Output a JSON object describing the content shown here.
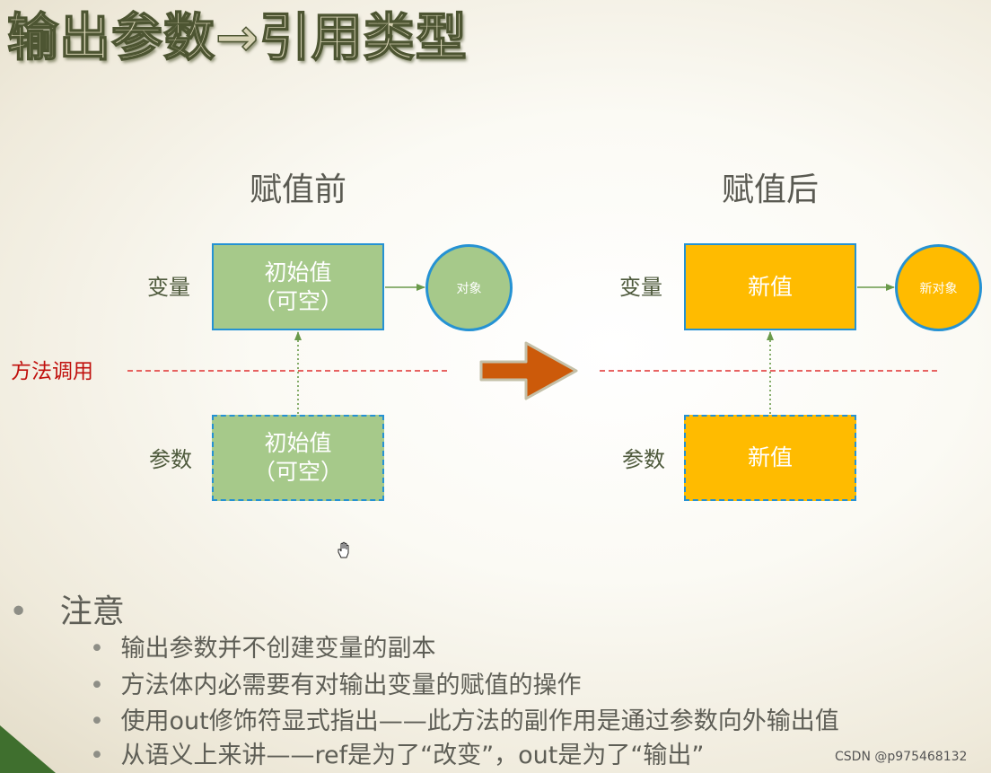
{
  "slide": {
    "title": "输出参数→引用类型"
  },
  "diagram": {
    "before": {
      "heading": "赋值前",
      "variable_label": "变量",
      "variable_box_line1": "初始值",
      "variable_box_line2": "（可空）",
      "object_label": "对象",
      "parameter_label": "参数",
      "parameter_box_line1": "初始值",
      "parameter_box_line2": "（可空）"
    },
    "after": {
      "heading": "赋值后",
      "variable_label": "变量",
      "variable_box": "新值",
      "object_label": "新对象",
      "parameter_label": "参数",
      "parameter_box": "新值"
    },
    "method_call_label": "方法调用"
  },
  "notes": {
    "heading": "注意",
    "items": [
      "输出参数并不创建变量的副本",
      "方法体内必需要有对输出变量的赋值的操作",
      "使用out修饰符显式指出——此方法的副作用是通过参数向外输出值",
      "从语义上来讲——ref是为了“改变”，out是为了“输出”"
    ]
  },
  "watermark": "CSDN @p975468132",
  "colors": {
    "green_fill": "#a6c98a",
    "yellow_fill": "#ffbb00",
    "blue_border": "#2592d3",
    "red_dashed_line": "#e03030",
    "transition_arrow": "#cc5a0a"
  }
}
